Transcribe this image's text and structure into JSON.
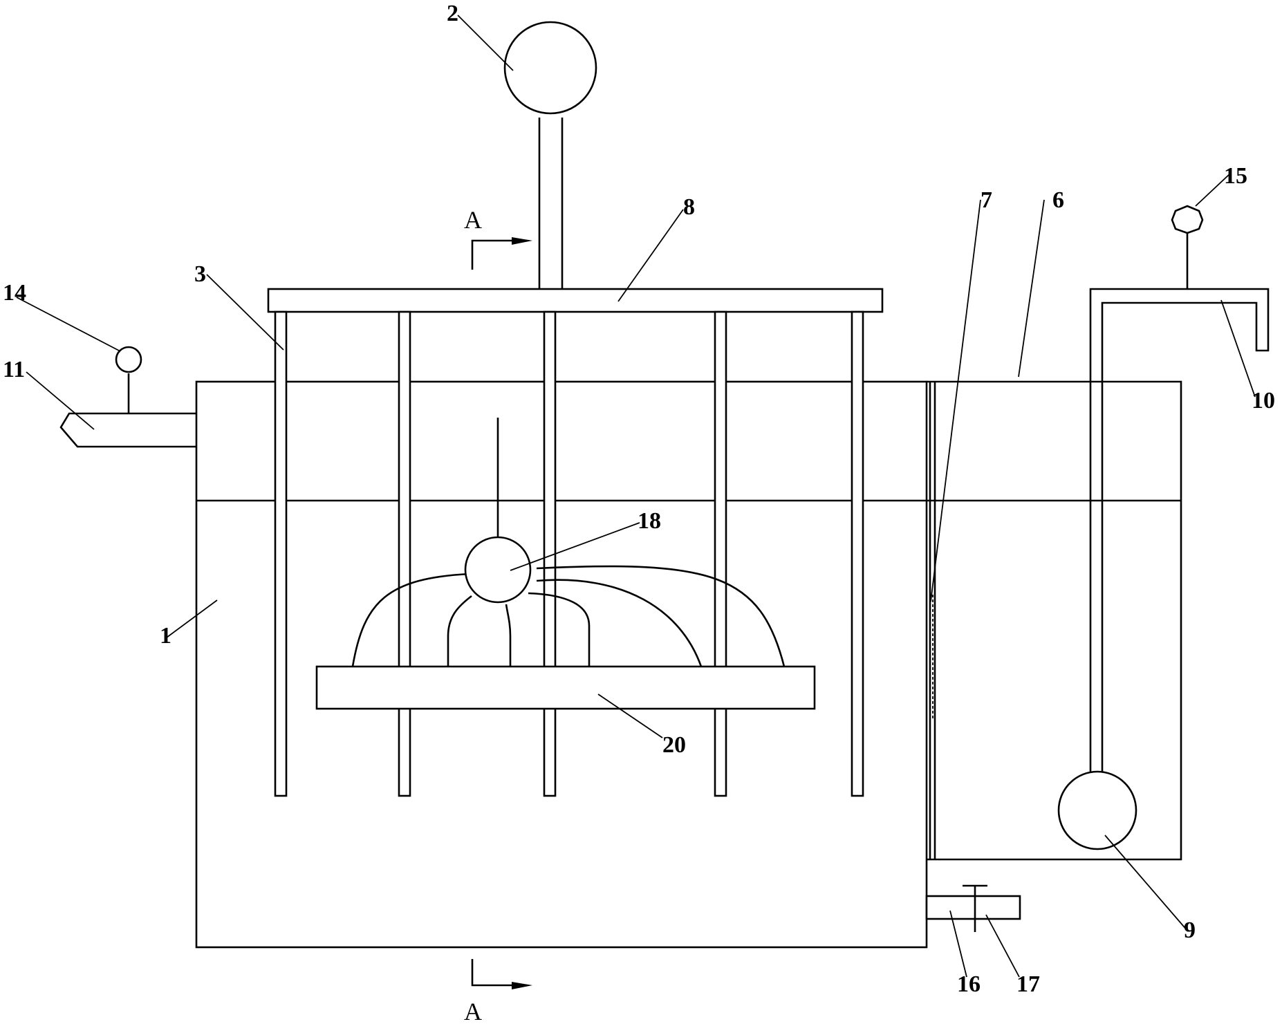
{
  "figure": {
    "section_letter": "A",
    "labels": {
      "tank": "1",
      "motor": "2",
      "rod": "3",
      "chamber": "6",
      "screen": "7",
      "frame_plate": "8",
      "pump": "9",
      "outlet_pipe": "10",
      "inlet_pipe": "11",
      "inlet_valve": "14",
      "outlet_valve": "15",
      "drain_pipe": "16",
      "drain_valve": "17",
      "aerator": "18",
      "diffuser_plate": "20"
    }
  }
}
